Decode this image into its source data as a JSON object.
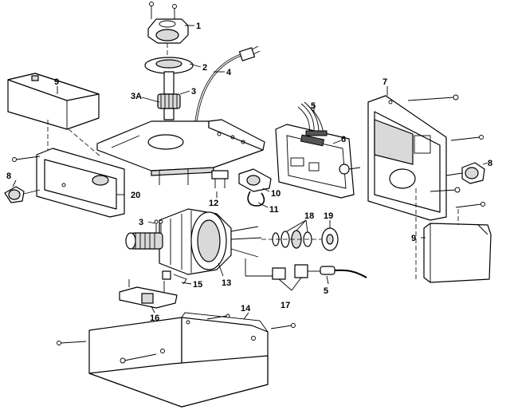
{
  "callouts": {
    "c1": "1",
    "c2": "2",
    "c3a": "3A",
    "c3": "3",
    "c3b": "3",
    "c4": "4",
    "c5a": "5",
    "c5b": "5",
    "c6": "6",
    "c7": "7",
    "c8a": "8",
    "c8b": "8",
    "c9a": "9",
    "c9b": "9",
    "c10": "10",
    "c11": "11",
    "c12": "12",
    "c13": "13",
    "c14": "14",
    "c15": "15",
    "c16": "16",
    "c17": "17",
    "c18": "18",
    "c19": "19",
    "c20": "20"
  }
}
